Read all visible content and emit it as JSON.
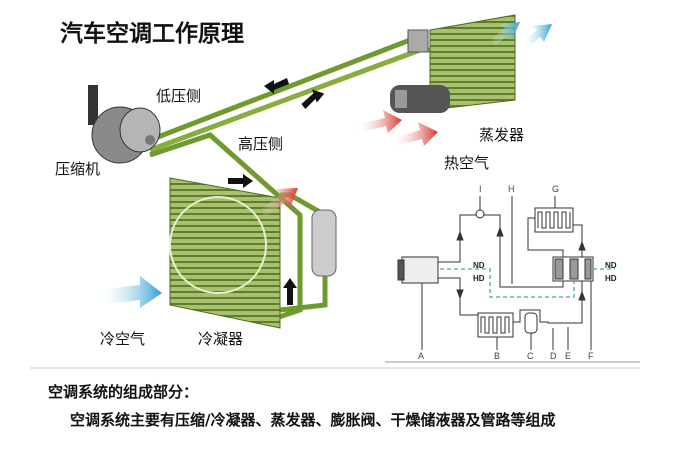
{
  "title": "汽车空调工作原理",
  "labels": {
    "low_side": "低压侧",
    "high_side": "高压侧",
    "compressor": "压缩机",
    "evaporator": "蒸发器",
    "hot_air": "热空气",
    "cold_air": "冷空气",
    "condenser": "冷凝器"
  },
  "schematic": {
    "letters": [
      "A",
      "B",
      "C",
      "D",
      "E",
      "F",
      "G",
      "H",
      "I"
    ],
    "nd": "ND",
    "hd": "HD"
  },
  "footer": {
    "heading": "空调系统的组成部分：",
    "description": "空调系统主要有压缩/冷凝器、蒸发器、膨胀阀、干燥储液器及管路等组成"
  },
  "colors": {
    "pipe": "#6f9a2e",
    "hot_arrow": "#d9302a",
    "cold_arrow": "#3aa6d8"
  }
}
